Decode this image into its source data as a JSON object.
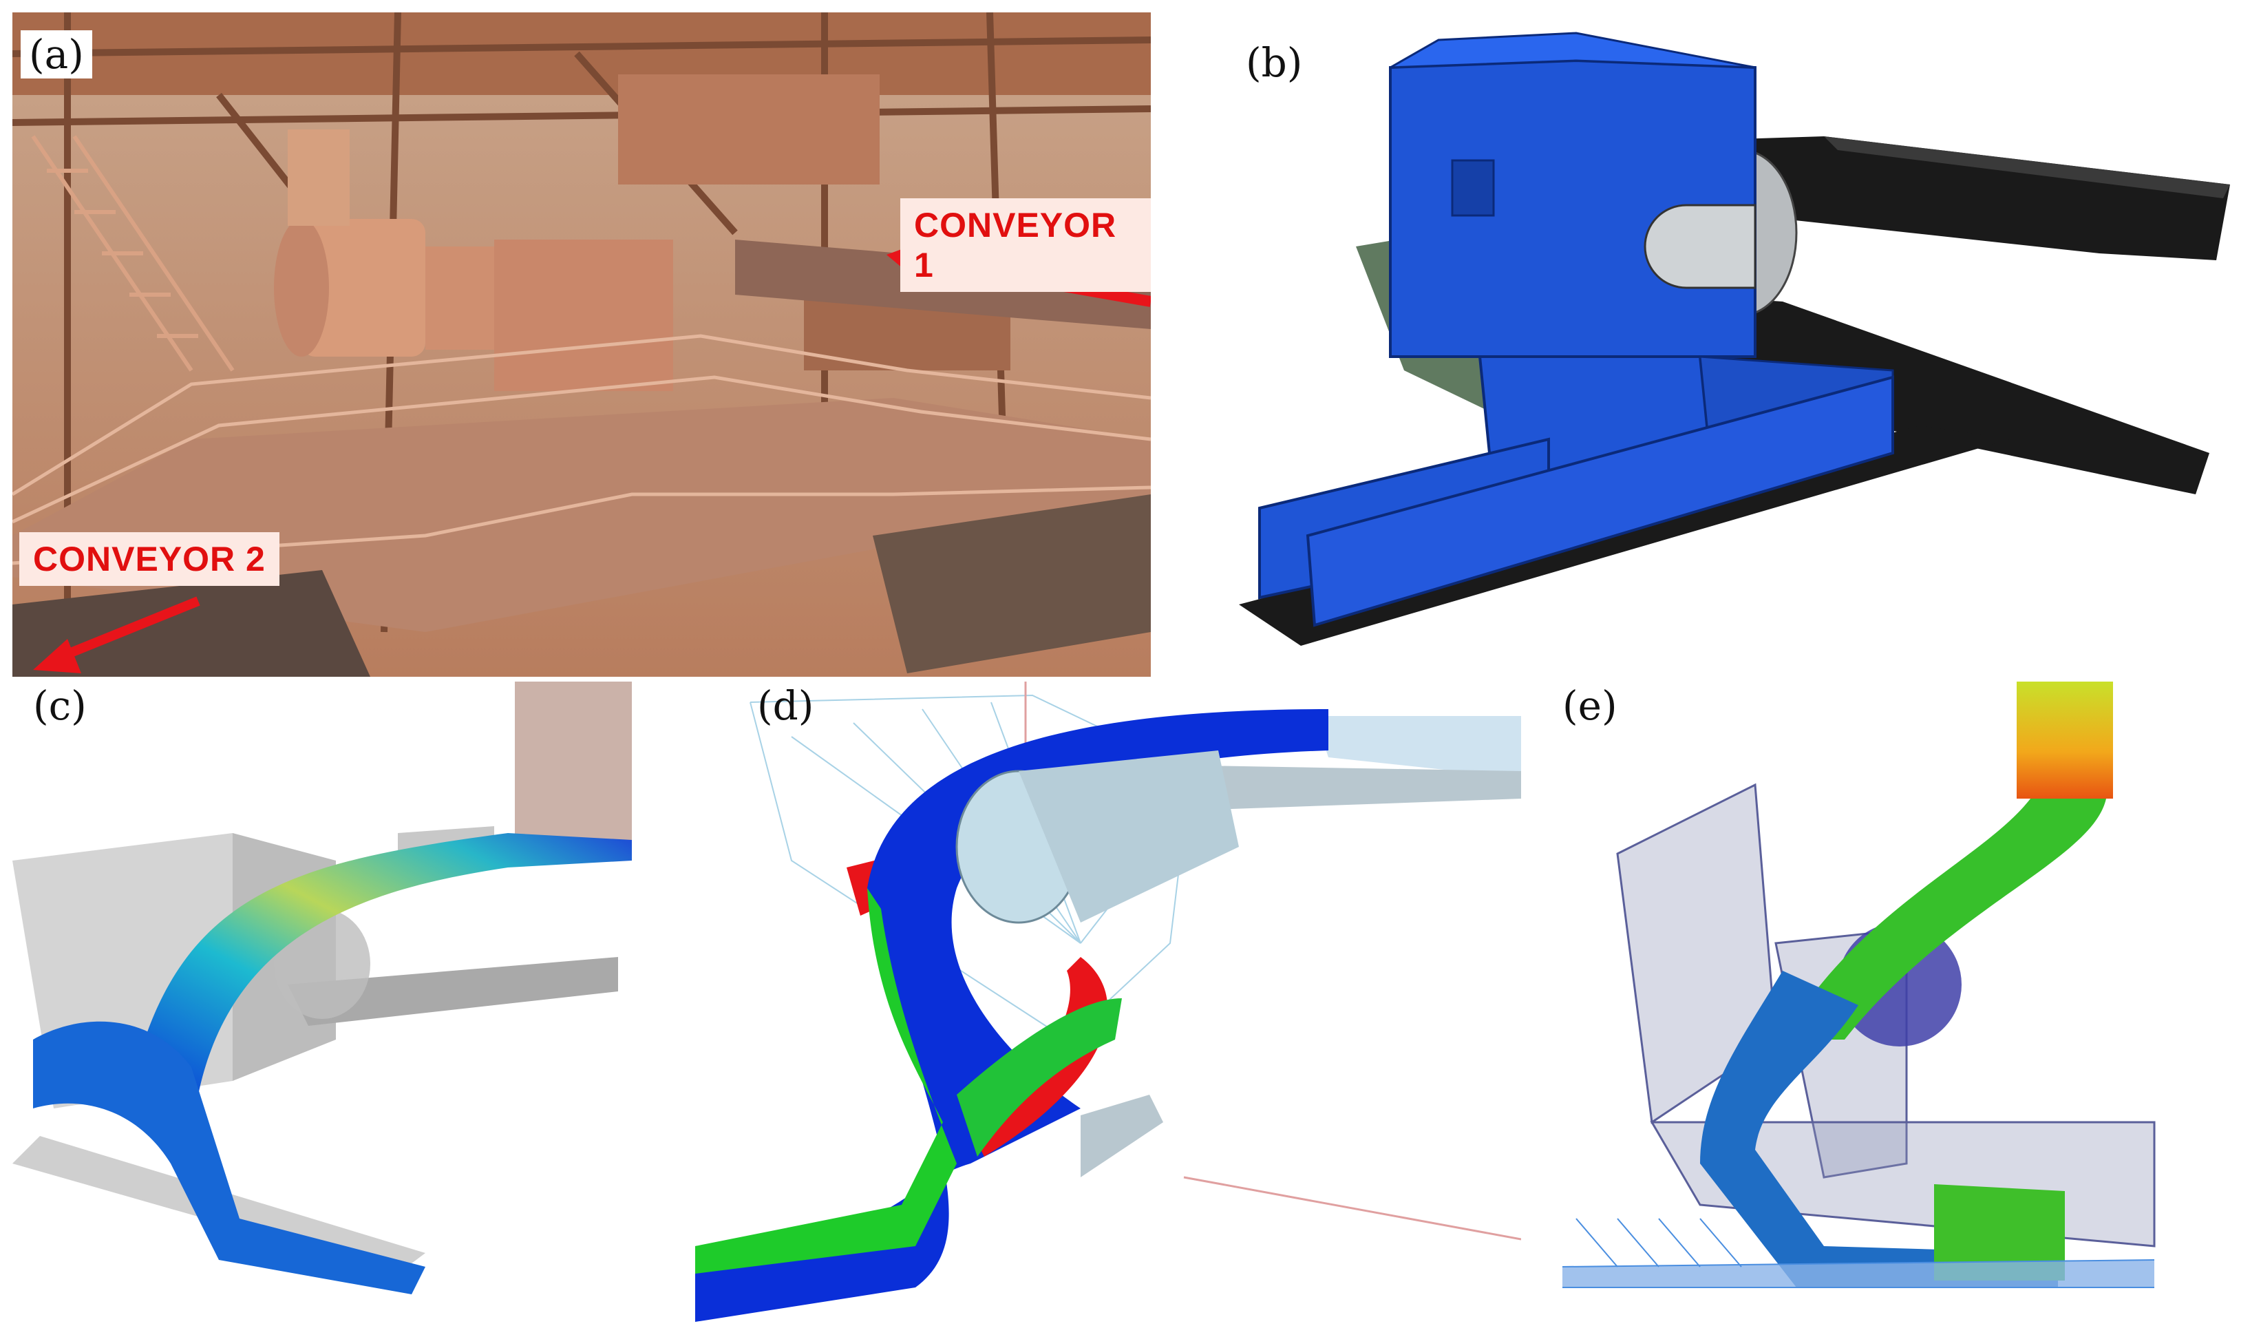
{
  "panels": {
    "a": {
      "label": "(a)"
    },
    "b": {
      "label": "(b)"
    },
    "c": {
      "label": "(c)"
    },
    "d": {
      "label": "(d)"
    },
    "e": {
      "label": "(e)"
    }
  },
  "photo": {
    "conveyor_1": "CONVEYOR 1",
    "conveyor_2": "CONVEYOR 2",
    "arrow_color": "#e8141a"
  },
  "colors": {
    "chute_blue": "#1f55d6",
    "belt_black": "#1a1a1a",
    "pulley_grey": "#cfd3d6",
    "particle_blue": "#0a2fd8",
    "particle_green": "#1ecb2a",
    "particle_red": "#e8141a"
  }
}
